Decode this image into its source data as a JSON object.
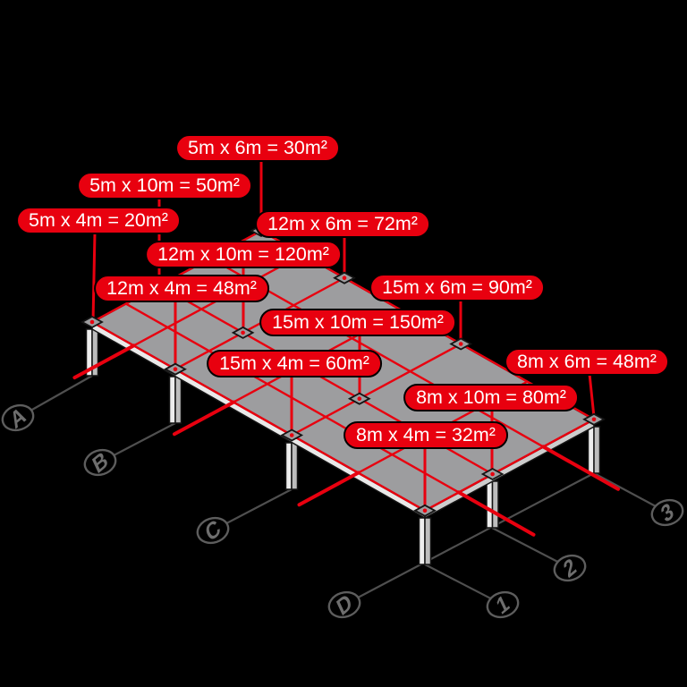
{
  "colors": {
    "background": "#000000",
    "label_bg": "#e8000f",
    "label_text": "#ffffff",
    "label_border": "#000000",
    "grid_red": "#e8000f",
    "slab_top": "#9d9d9f",
    "slab_side_light": "#e9e9e9",
    "slab_side_dark": "#cdcdcd",
    "column_light": "#ededed",
    "column_dark": "#bdbdbd",
    "ground_line": "#4f4f4f",
    "bubble_gray": "#5d5d5d"
  },
  "area_labels": [
    "5m x 6m = 30m²",
    "5m x 10m = 50m²",
    "5m x 4m = 20m²",
    "12m x 6m = 72m²",
    "12m x 10m = 120m²",
    "12m x 4m = 48m²",
    "15m x 6m = 90m²",
    "15m x 10m = 150m²",
    "15m x 4m = 60m²",
    "8m x 6m = 48m²",
    "8m x 10m = 80m²",
    "8m x 4m = 32m²"
  ],
  "grid_bubbles": [
    "A",
    "B",
    "C",
    "D",
    "1",
    "2",
    "3"
  ]
}
